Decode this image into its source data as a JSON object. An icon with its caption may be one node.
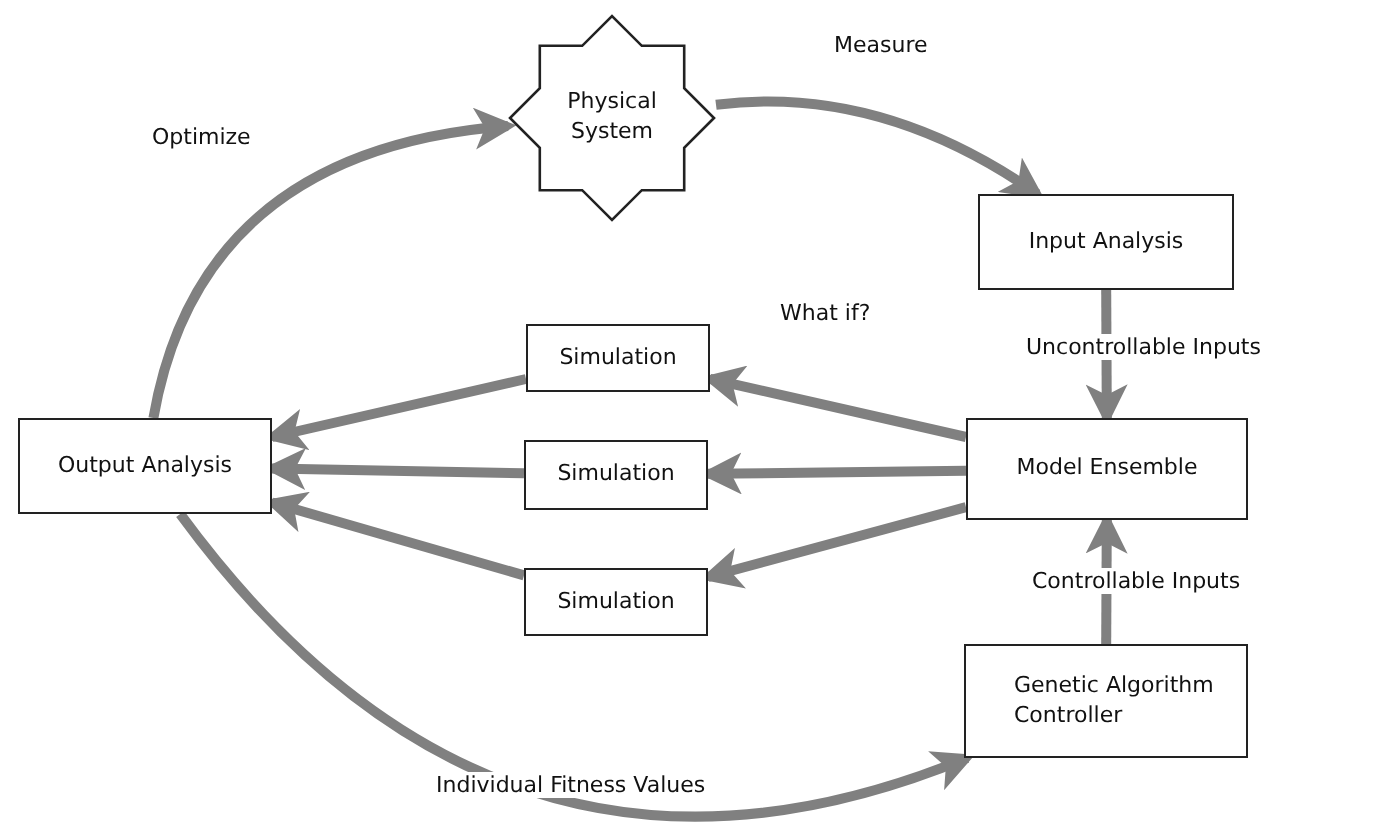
{
  "diagram": {
    "nodes": [
      {
        "text": [
          "Physical System"
        ]
      },
      {
        "text": [
          "Input Analysis"
        ]
      },
      {
        "text": [
          "Model Ensemble"
        ]
      },
      {
        "text": [
          "Genetic Algorithm Controller"
        ]
      },
      {
        "text": [
          "Output Analysis"
        ]
      },
      {
        "text": [
          "Simulation"
        ]
      },
      {
        "text": [
          "Simulation"
        ]
      },
      {
        "text": [
          "Simulation"
        ]
      }
    ],
    "edges": [
      {
        "from": 4,
        "to": 0,
        "arrow": "to",
        "label": "Optimize"
      },
      {
        "from": 0,
        "to": 1,
        "arrow": "to",
        "label": "Measure"
      },
      {
        "from": 1,
        "to": 2,
        "arrow": "to",
        "label": "Uncontrollable Inputs"
      },
      {
        "from": 3,
        "to": 2,
        "arrow": "to",
        "label": "Controllable Inputs"
      },
      {
        "from": 2,
        "to": 5,
        "arrow": "to",
        "label": "What if?"
      },
      {
        "from": 2,
        "to": 6,
        "arrow": "to"
      },
      {
        "from": 2,
        "to": 7,
        "arrow": "to"
      },
      {
        "from": 5,
        "to": 4,
        "arrow": "to"
      },
      {
        "from": 6,
        "to": 4,
        "arrow": "to"
      },
      {
        "from": 7,
        "to": 4,
        "arrow": "to"
      },
      {
        "from": 4,
        "to": 3,
        "arrow": "to",
        "label": "Individual Fitness Values"
      }
    ]
  }
}
